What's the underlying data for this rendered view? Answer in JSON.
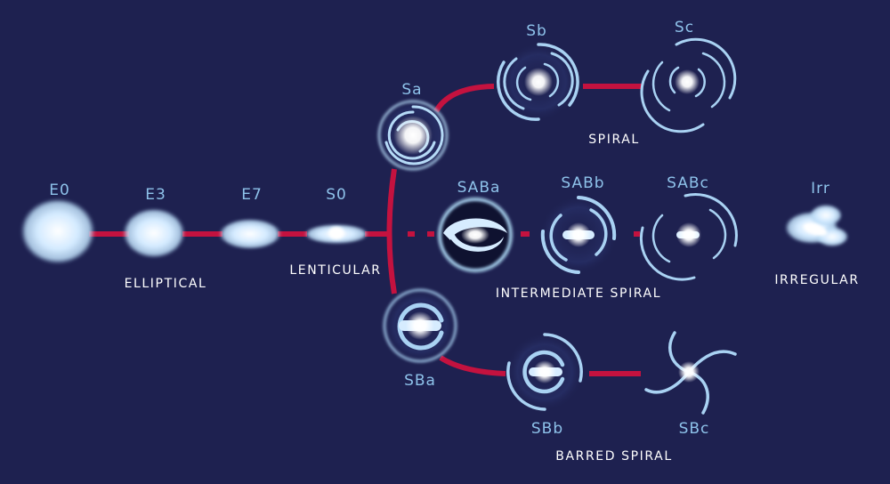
{
  "diagram": {
    "category_labels": {
      "elliptical": "ELLIPTICAL",
      "lenticular": "LENTICULAR",
      "spiral": "SPIRAL",
      "intermediate_spiral": "INTERMEDIATE SPIRAL",
      "barred_spiral": "BARRED SPIRAL",
      "irregular": "IRREGULAR"
    },
    "galaxies": {
      "e0": "E0",
      "e3": "E3",
      "e7": "E7",
      "s0": "S0",
      "sa": "Sa",
      "sb": "Sb",
      "sc": "Sc",
      "saba": "SABa",
      "sabb": "SABb",
      "sabc": "SABc",
      "sba": "SBa",
      "sbb": "SBb",
      "sbc": "SBc",
      "irr": "Irr"
    },
    "colors": {
      "background": "#1e2150",
      "connector": "#c4123f",
      "galaxy_glow": "#d6ecff",
      "galaxy_arm": "#a9d2f3",
      "label": "#8ec2ea",
      "category_text": "#ffffff"
    }
  }
}
